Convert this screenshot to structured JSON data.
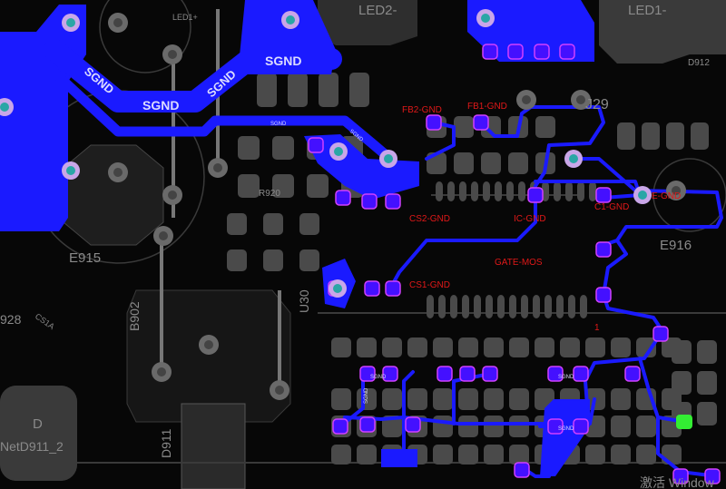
{
  "colors": {
    "background": "#070707",
    "copper_gnd": "#1a1aff",
    "pad": "#4a4a4a",
    "silkscreen": "#8a8a8a",
    "net_label": "#e01818",
    "highlight_pad": "#33ee33",
    "via_ring": "#c9a6e8"
  },
  "sgnd_labels": [
    "SGND",
    "SGND",
    "SGND",
    "SGND",
    "SGND",
    "SGND"
  ],
  "net_labels": {
    "fb2": "FB2-GND",
    "fb1": "FB1-GND",
    "cs2": "CS2-GND",
    "ic": "IC-GND",
    "c1": "C1-GND",
    "e": "E-GND",
    "gate": "GATE-MOS",
    "cs1": "CS1-GND",
    "pin1": "1"
  },
  "silkscreen": {
    "led1p": "LED1+",
    "led2m": "LED2-",
    "led1m": "LED1-",
    "e915": "E915",
    "b902": "B902",
    "u30": "U30",
    "j29": "J29",
    "e916": "E916",
    "r920": "R920",
    "d912": "D912",
    "cs1a": "CS1A",
    "r928": "928",
    "d911": "D911",
    "pad_d": "D",
    "netd911": "NetD911_2"
  },
  "small_sgnd": [
    "SGND",
    "SGND",
    "SGND",
    "SGND"
  ],
  "watermark": "激活 Window"
}
